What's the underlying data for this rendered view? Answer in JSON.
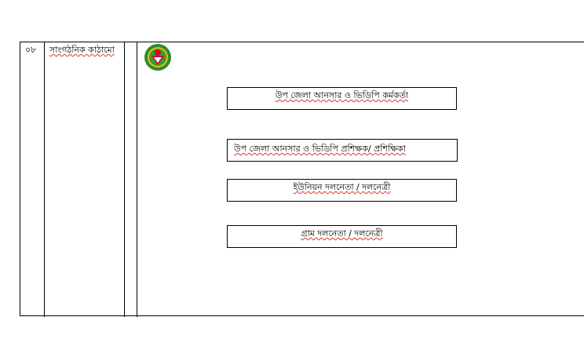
{
  "row": {
    "serial": "০৮",
    "title": "সাংগঠনিক কাঠামো"
  },
  "hierarchy": [
    "উপ জেলা আনসার ও ভিডিপি কর্মকর্তা",
    "উপ জেলা আনসার ও ভিডিপি প্রশিক্ষক/ প্রশিক্ষিকা",
    "ইউনিয়ন দলনেতা / দলনেত্রী",
    "গ্রাম দলনেতা / দলনেত্রী"
  ],
  "colors": {
    "logo_green": "#2e8b2e",
    "logo_red": "#c8102e",
    "logo_yellow": "#e8c200"
  }
}
